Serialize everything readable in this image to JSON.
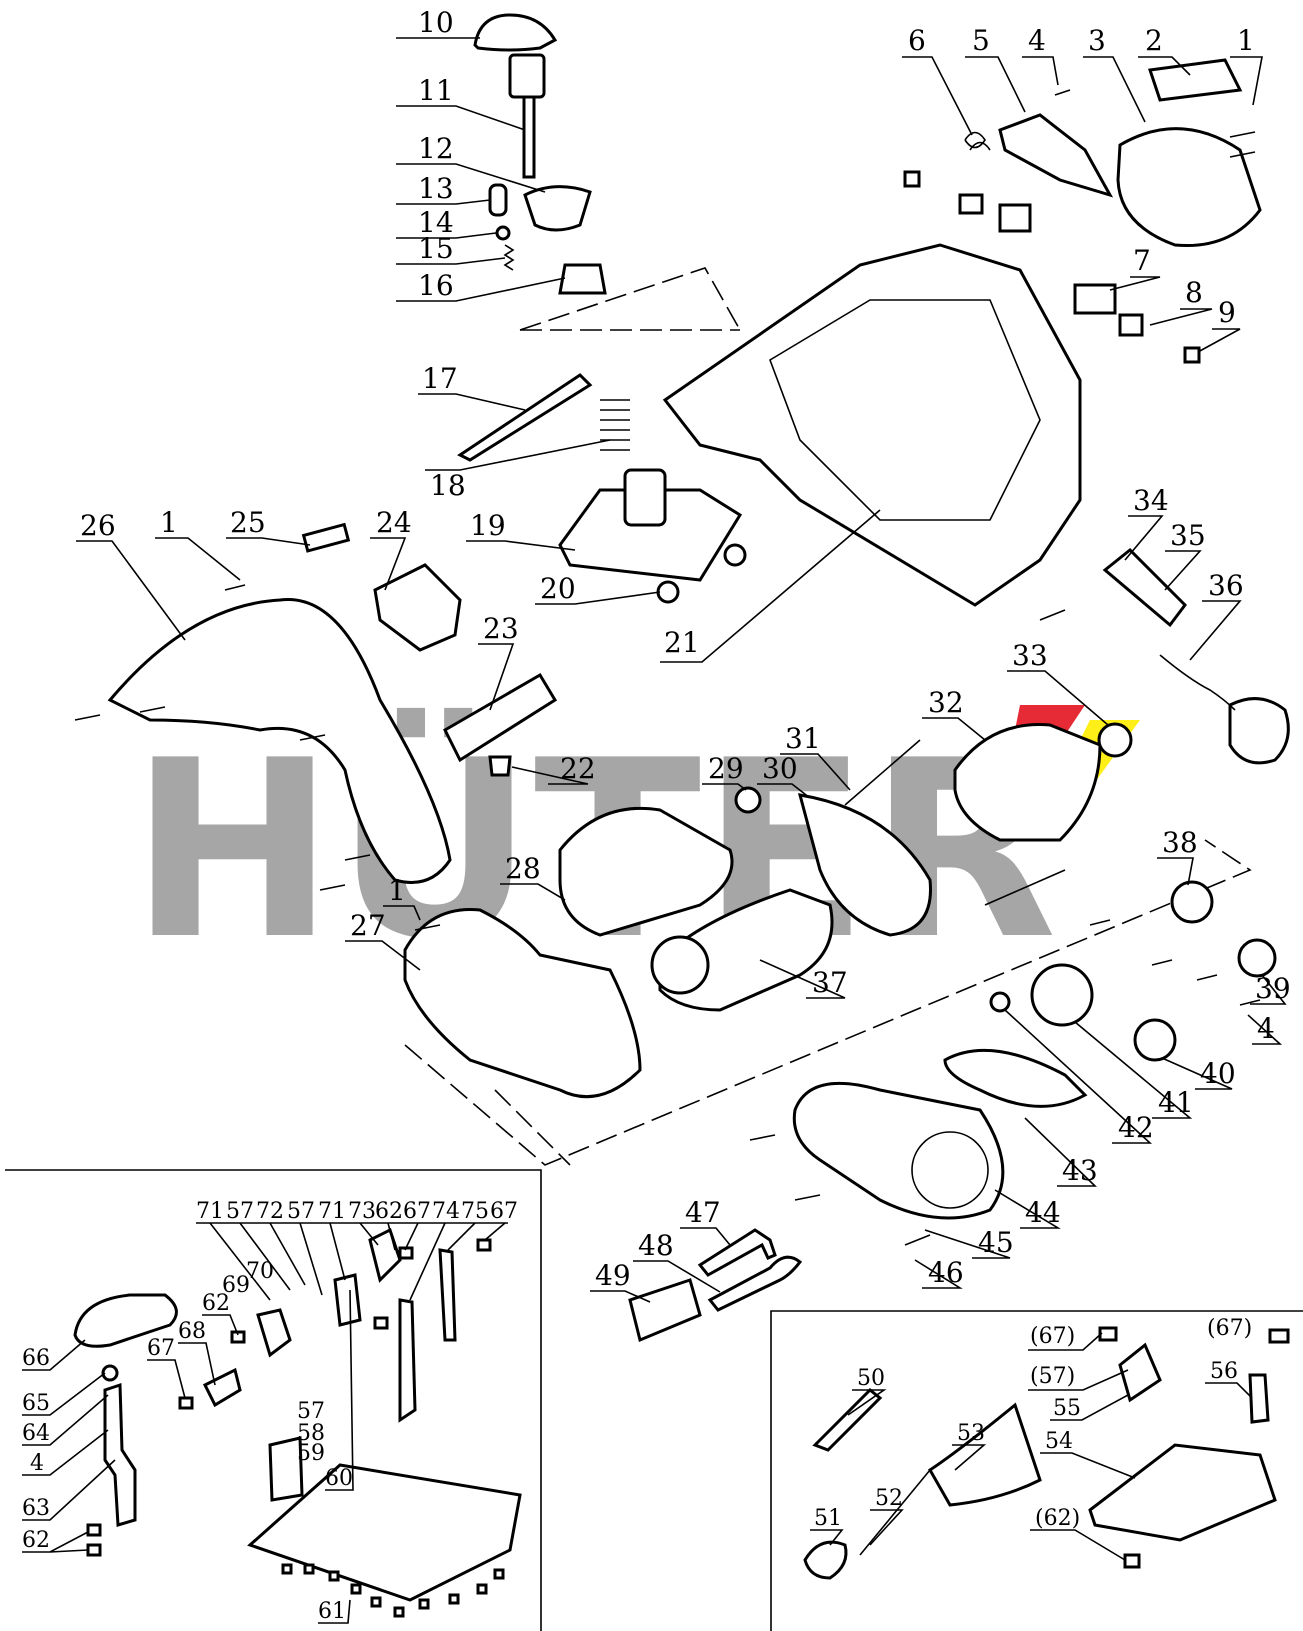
{
  "watermark": {
    "text": "HÜTER",
    "color": "#a6a6a6",
    "accent_colors": [
      "#e30613",
      "#ffed00"
    ]
  },
  "parts": [
    {
      "id": "p1a",
      "label": "1"
    },
    {
      "id": "p2",
      "label": "2"
    },
    {
      "id": "p3",
      "label": "3"
    },
    {
      "id": "p4a",
      "label": "4"
    },
    {
      "id": "p5",
      "label": "5"
    },
    {
      "id": "p6",
      "label": "6"
    },
    {
      "id": "p7",
      "label": "7"
    },
    {
      "id": "p8",
      "label": "8"
    },
    {
      "id": "p9",
      "label": "9"
    },
    {
      "id": "p10",
      "label": "10"
    },
    {
      "id": "p11",
      "label": "11"
    },
    {
      "id": "p12",
      "label": "12"
    },
    {
      "id": "p13",
      "label": "13"
    },
    {
      "id": "p14",
      "label": "14"
    },
    {
      "id": "p15",
      "label": "15"
    },
    {
      "id": "p16",
      "label": "16"
    },
    {
      "id": "p17",
      "label": "17"
    },
    {
      "id": "p18",
      "label": "18"
    },
    {
      "id": "p19",
      "label": "19"
    },
    {
      "id": "p20",
      "label": "20"
    },
    {
      "id": "p21",
      "label": "21"
    },
    {
      "id": "p22",
      "label": "22"
    },
    {
      "id": "p23",
      "label": "23"
    },
    {
      "id": "p24",
      "label": "24"
    },
    {
      "id": "p25",
      "label": "25"
    },
    {
      "id": "p26",
      "label": "26"
    },
    {
      "id": "p1b",
      "label": "1"
    },
    {
      "id": "p27",
      "label": "27"
    },
    {
      "id": "p1c",
      "label": "1"
    },
    {
      "id": "p28",
      "label": "28"
    },
    {
      "id": "p29",
      "label": "29"
    },
    {
      "id": "p30",
      "label": "30"
    },
    {
      "id": "p31",
      "label": "31"
    },
    {
      "id": "p32",
      "label": "32"
    },
    {
      "id": "p33",
      "label": "33"
    },
    {
      "id": "p34",
      "label": "34"
    },
    {
      "id": "p35",
      "label": "35"
    },
    {
      "id": "p36",
      "label": "36"
    },
    {
      "id": "p37",
      "label": "37"
    },
    {
      "id": "p38",
      "label": "38"
    },
    {
      "id": "p39",
      "label": "39"
    },
    {
      "id": "p4b",
      "label": "4"
    },
    {
      "id": "p40",
      "label": "40"
    },
    {
      "id": "p41",
      "label": "41"
    },
    {
      "id": "p42",
      "label": "42"
    },
    {
      "id": "p43",
      "label": "43"
    },
    {
      "id": "p44",
      "label": "44"
    },
    {
      "id": "p45",
      "label": "45"
    },
    {
      "id": "p46",
      "label": "46"
    },
    {
      "id": "p47",
      "label": "47"
    },
    {
      "id": "p48",
      "label": "48"
    },
    {
      "id": "p49",
      "label": "49"
    }
  ],
  "inset_left": [
    {
      "id": "l71a",
      "label": "71"
    },
    {
      "id": "l57a",
      "label": "57"
    },
    {
      "id": "l72",
      "label": "72"
    },
    {
      "id": "l57b",
      "label": "57"
    },
    {
      "id": "l71b",
      "label": "71"
    },
    {
      "id": "l73",
      "label": "73"
    },
    {
      "id": "l62a",
      "label": "62"
    },
    {
      "id": "l67a",
      "label": "67"
    },
    {
      "id": "l74",
      "label": "74"
    },
    {
      "id": "l75",
      "label": "75"
    },
    {
      "id": "l67b",
      "label": "67"
    },
    {
      "id": "l70",
      "label": "70"
    },
    {
      "id": "l69",
      "label": "69"
    },
    {
      "id": "l62b",
      "label": "62"
    },
    {
      "id": "l68",
      "label": "68"
    },
    {
      "id": "l67c",
      "label": "67"
    },
    {
      "id": "l66",
      "label": "66"
    },
    {
      "id": "l65",
      "label": "65"
    },
    {
      "id": "l64",
      "label": "64"
    },
    {
      "id": "l4",
      "label": "4"
    },
    {
      "id": "l63",
      "label": "63"
    },
    {
      "id": "l62c",
      "label": "62"
    },
    {
      "id": "l57c",
      "label": "57"
    },
    {
      "id": "l58",
      "label": "58"
    },
    {
      "id": "l59",
      "label": "59"
    },
    {
      "id": "l60",
      "label": "60"
    },
    {
      "id": "l61",
      "label": "61"
    }
  ],
  "inset_right": [
    {
      "id": "r67a",
      "label": "(67)"
    },
    {
      "id": "r57",
      "label": "(57)"
    },
    {
      "id": "r55",
      "label": "55"
    },
    {
      "id": "r54",
      "label": "54"
    },
    {
      "id": "r67b",
      "label": "(67)"
    },
    {
      "id": "r56",
      "label": "56"
    },
    {
      "id": "r50",
      "label": "50"
    },
    {
      "id": "r53",
      "label": "53"
    },
    {
      "id": "r52",
      "label": "52"
    },
    {
      "id": "r51",
      "label": "51"
    },
    {
      "id": "r62",
      "label": "(62)"
    }
  ]
}
